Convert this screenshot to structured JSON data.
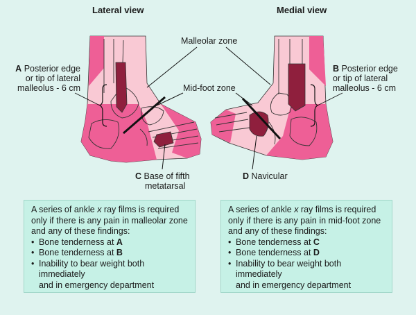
{
  "views": {
    "lateral_title": "Lateral view",
    "medial_title": "Medial view"
  },
  "labels": {
    "malleolar_zone": "Malleolar zone",
    "midfoot_zone": "Mid-foot zone",
    "a_letter": "A",
    "a_line1": "Posterior edge",
    "a_line2": "or tip of lateral",
    "a_line3": "malleolus - 6 cm",
    "b_letter": "B",
    "b_line1": "Posterior edge",
    "b_line2": "or tip of lateral",
    "b_line3": "malleolus - 6 cm",
    "c_letter": "C",
    "c_line1": "Base of fifth",
    "c_line2": "metatarsal",
    "d_letter": "D",
    "d_line1": "Navicular"
  },
  "box_left": {
    "intro_1": "A series of ankle ",
    "intro_x": "x",
    "intro_2": " ray films is required",
    "line2": "only if there is any pain in malleolar zone",
    "line3": "and any of these findings:",
    "bullet1_text": "Bone tenderness at ",
    "bullet1_key": "A",
    "bullet2_text": "Bone tenderness at ",
    "bullet2_key": "B",
    "bullet3_line1": "Inability to bear weight both immediately",
    "bullet3_line2": "and in emergency department"
  },
  "box_right": {
    "intro_1": "A series of ankle ",
    "intro_x": "x",
    "intro_2": " ray films is required",
    "line2": "only if there is any pain in mid-foot zone",
    "line3": "and any of these findings:",
    "bullet1_text": "Bone tenderness at ",
    "bullet1_key": "C",
    "bullet2_text": "Bone tenderness at ",
    "bullet2_key": "D",
    "bullet3_line1": "Inability to bear weight both immediately",
    "bullet3_line2": "and in emergency department"
  },
  "colors": {
    "background": "#dff3ef",
    "foot_light": "#f9c9d4",
    "foot_zone": "#ee5f96",
    "bone_highlight": "#8f1f3d",
    "box_fill": "#c6f1e6"
  }
}
